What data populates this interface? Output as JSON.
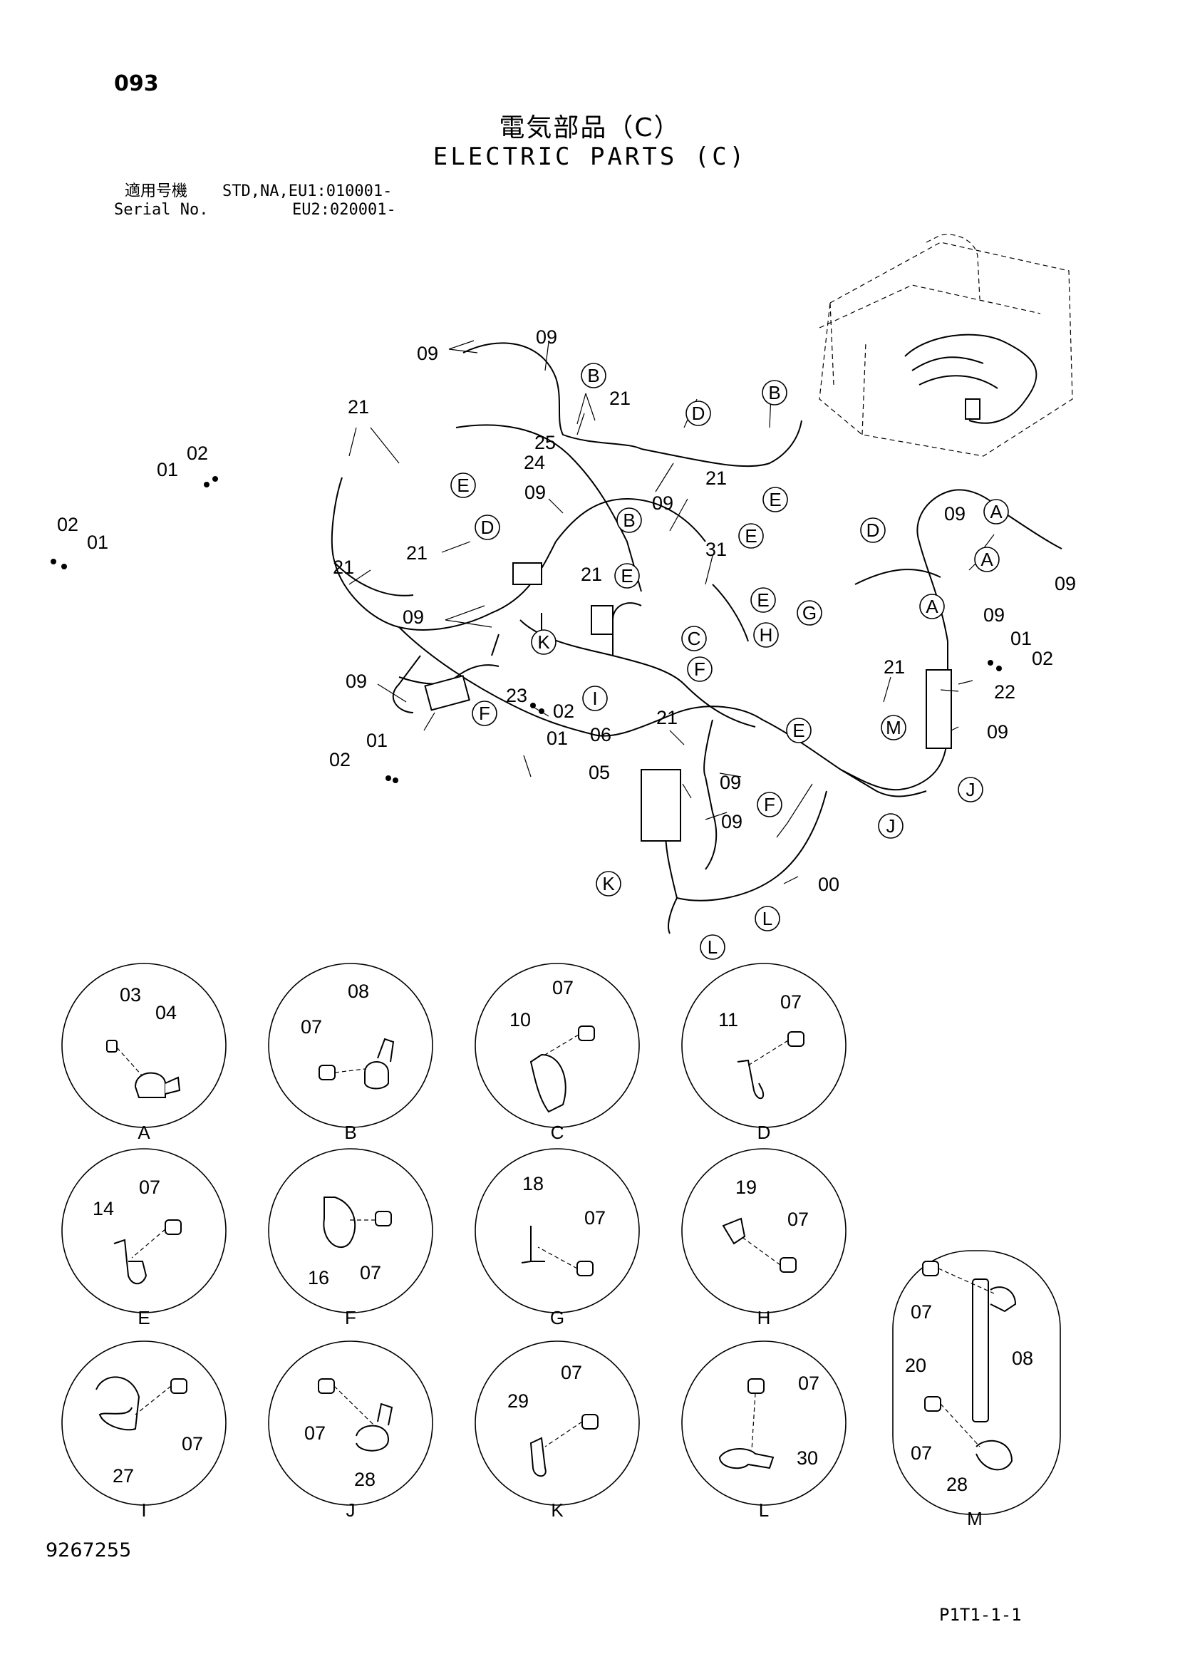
{
  "header": {
    "page_number": "093",
    "title_jp": "電気部品（C）",
    "title_en": "ELECTRIC PARTS (C)",
    "serial_label_jp": "適用号機",
    "serial_label_en": "Serial No.",
    "serial_line1": "STD,NA,EU1:010001-",
    "serial_line2": "EU2:020001-"
  },
  "callouts": {
    "part_numbers": [
      {
        "id": "p1",
        "text": "09"
      },
      {
        "id": "p2",
        "text": "09"
      },
      {
        "id": "p3",
        "text": "21"
      },
      {
        "id": "p4",
        "text": "02"
      },
      {
        "id": "p5",
        "text": "01"
      },
      {
        "id": "p6",
        "text": "02"
      },
      {
        "id": "p7",
        "text": "01"
      },
      {
        "id": "p8",
        "text": "21"
      },
      {
        "id": "p9",
        "text": "21"
      },
      {
        "id": "p10",
        "text": "09"
      },
      {
        "id": "p11",
        "text": "21"
      },
      {
        "id": "p12",
        "text": "25"
      },
      {
        "id": "p13",
        "text": "24"
      },
      {
        "id": "p14",
        "text": "09"
      },
      {
        "id": "p15",
        "text": "21"
      },
      {
        "id": "p16",
        "text": "21"
      },
      {
        "id": "p17",
        "text": "09"
      },
      {
        "id": "p18",
        "text": "31"
      },
      {
        "id": "p19",
        "text": "09"
      },
      {
        "id": "p20",
        "text": "09"
      },
      {
        "id": "p21",
        "text": "09"
      },
      {
        "id": "p22",
        "text": "09"
      },
      {
        "id": "p23",
        "text": "01"
      },
      {
        "id": "p24",
        "text": "02"
      },
      {
        "id": "p25",
        "text": "21"
      },
      {
        "id": "p26",
        "text": "22"
      },
      {
        "id": "p27",
        "text": "09"
      },
      {
        "id": "p28",
        "text": "23"
      },
      {
        "id": "p29",
        "text": "02"
      },
      {
        "id": "p30",
        "text": "01"
      },
      {
        "id": "p31",
        "text": "21"
      },
      {
        "id": "p32",
        "text": "06"
      },
      {
        "id": "p33",
        "text": "05"
      },
      {
        "id": "p34",
        "text": "09"
      },
      {
        "id": "p35",
        "text": "09"
      },
      {
        "id": "p36",
        "text": "01"
      },
      {
        "id": "p37",
        "text": "02"
      },
      {
        "id": "p38",
        "text": "00"
      }
    ],
    "circle_letters": [
      {
        "id": "c1",
        "text": "B"
      },
      {
        "id": "c2",
        "text": "B"
      },
      {
        "id": "c3",
        "text": "D"
      },
      {
        "id": "c4",
        "text": "E"
      },
      {
        "id": "c5",
        "text": "B"
      },
      {
        "id": "c6",
        "text": "E"
      },
      {
        "id": "c7",
        "text": "D"
      },
      {
        "id": "c8",
        "text": "E"
      },
      {
        "id": "c9",
        "text": "A"
      },
      {
        "id": "c10",
        "text": "A"
      },
      {
        "id": "c11",
        "text": "D"
      },
      {
        "id": "c12",
        "text": "E"
      },
      {
        "id": "c13",
        "text": "E"
      },
      {
        "id": "c14",
        "text": "A"
      },
      {
        "id": "c15",
        "text": "K"
      },
      {
        "id": "c16",
        "text": "C"
      },
      {
        "id": "c17",
        "text": "G"
      },
      {
        "id": "c18",
        "text": "H"
      },
      {
        "id": "c19",
        "text": "I"
      },
      {
        "id": "c20",
        "text": "F"
      },
      {
        "id": "c21",
        "text": "F"
      },
      {
        "id": "c22",
        "text": "M"
      },
      {
        "id": "c23",
        "text": "E"
      },
      {
        "id": "c24",
        "text": "J"
      },
      {
        "id": "c25",
        "text": "F"
      },
      {
        "id": "c26",
        "text": "J"
      },
      {
        "id": "c27",
        "text": "K"
      },
      {
        "id": "c28",
        "text": "L"
      },
      {
        "id": "c29",
        "text": "L"
      }
    ]
  },
  "details": [
    {
      "letter": "A",
      "parts": [
        "03",
        "04"
      ]
    },
    {
      "letter": "B",
      "parts": [
        "08",
        "07"
      ]
    },
    {
      "letter": "C",
      "parts": [
        "07",
        "10"
      ]
    },
    {
      "letter": "D",
      "parts": [
        "07",
        "11"
      ]
    },
    {
      "letter": "E",
      "parts": [
        "07",
        "14"
      ]
    },
    {
      "letter": "F",
      "parts": [
        "16",
        "07"
      ]
    },
    {
      "letter": "G",
      "parts": [
        "18",
        "07"
      ]
    },
    {
      "letter": "H",
      "parts": [
        "19",
        "07"
      ]
    },
    {
      "letter": "I",
      "parts": [
        "27",
        "07"
      ]
    },
    {
      "letter": "J",
      "parts": [
        "07",
        "28"
      ]
    },
    {
      "letter": "K",
      "parts": [
        "07",
        "29"
      ]
    },
    {
      "letter": "L",
      "parts": [
        "07",
        "30"
      ]
    },
    {
      "letter": "M",
      "parts": [
        "07",
        "08",
        "20",
        "07",
        "28"
      ]
    }
  ],
  "footer": {
    "doc_number": "9267255",
    "page_code": "P1T1-1-1"
  }
}
